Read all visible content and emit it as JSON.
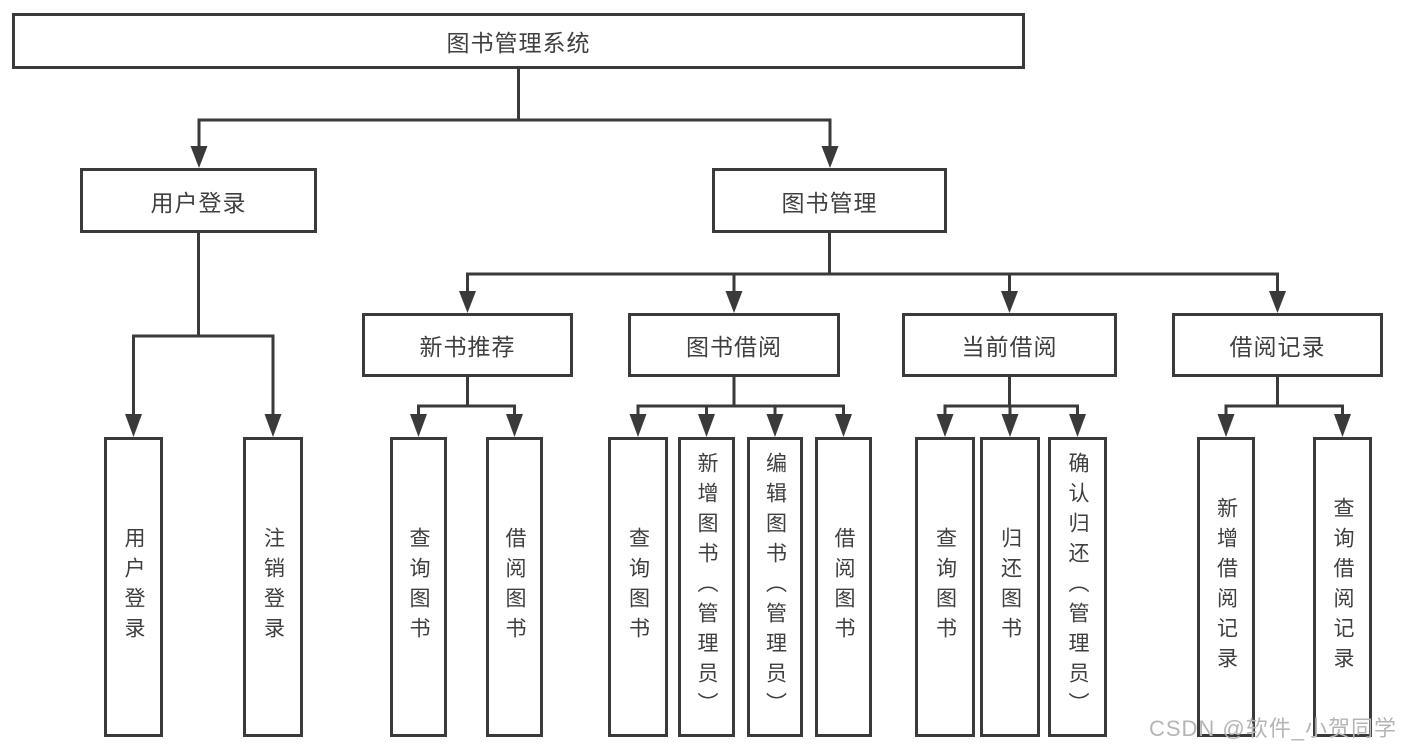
{
  "tree": {
    "label": "图书管理系统",
    "children": [
      {
        "label": "用户登录",
        "children": [
          {
            "label": "用户登录"
          },
          {
            "label": "注销登录"
          }
        ]
      },
      {
        "label": "图书管理",
        "children": [
          {
            "label": "新书推荐",
            "children": [
              {
                "label": "查询图书"
              },
              {
                "label": "借阅图书"
              }
            ]
          },
          {
            "label": "图书借阅",
            "children": [
              {
                "label": "查询图书"
              },
              {
                "label": "新增图书（管理员）"
              },
              {
                "label": "编辑图书（管理员）"
              },
              {
                "label": "借阅图书"
              }
            ]
          },
          {
            "label": "当前借阅",
            "children": [
              {
                "label": "查询图书"
              },
              {
                "label": "归还图书"
              },
              {
                "label": "确认归还（管理员）"
              }
            ]
          },
          {
            "label": "借阅记录",
            "children": [
              {
                "label": "新增借阅记录"
              },
              {
                "label": "查询借阅记录"
              }
            ]
          }
        ]
      }
    ]
  },
  "watermark": {
    "text": "CSDN @软件_小贺同学"
  },
  "colors": {
    "line": "#3a3a3a",
    "text": "#3f3f3f",
    "watermark": "#b5b5b5",
    "background": "#ffffff"
  }
}
